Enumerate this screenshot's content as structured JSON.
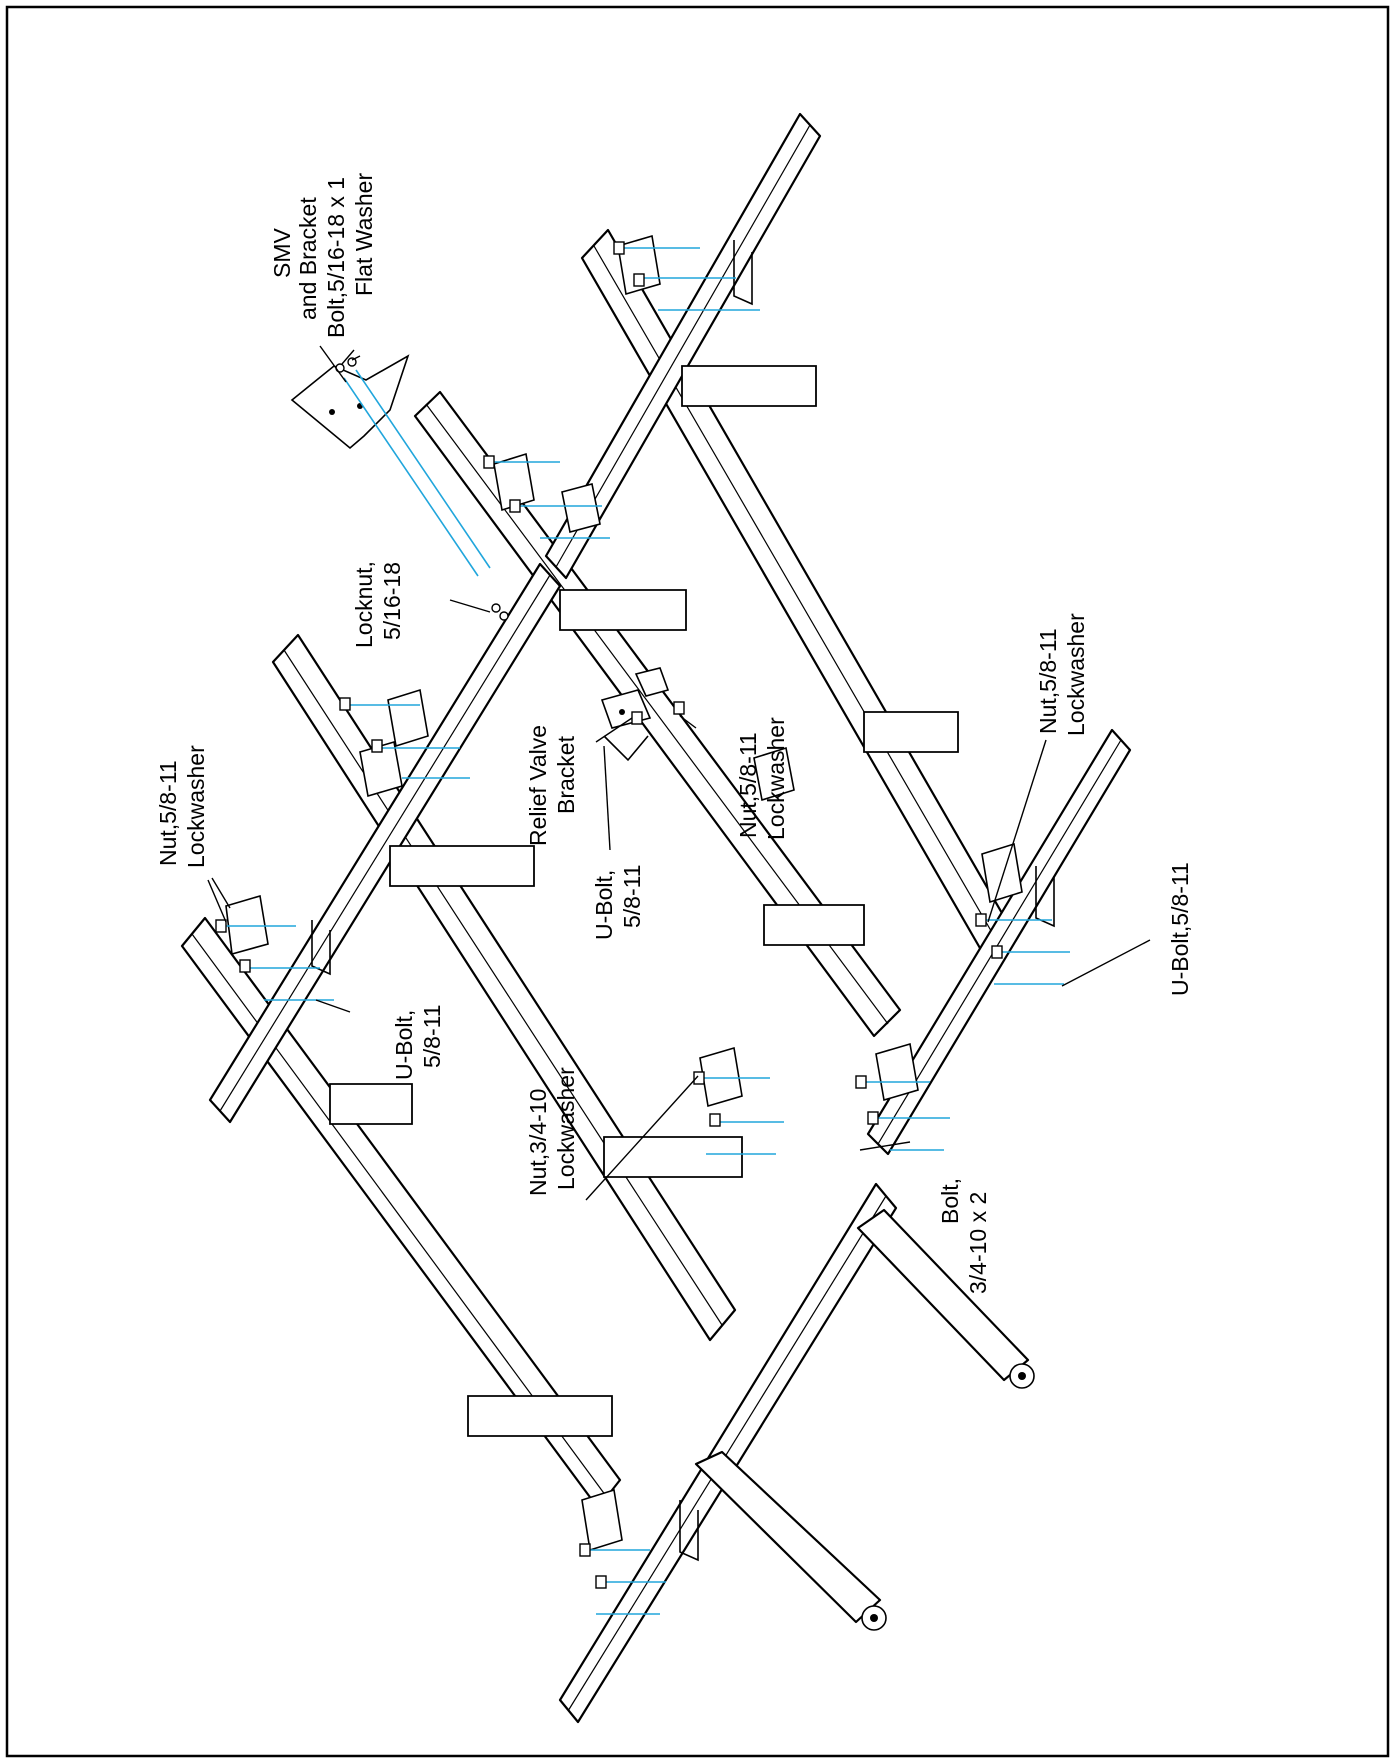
{
  "callouts": {
    "smv": {
      "line1": "SMV",
      "line2": "and Bracket"
    },
    "bolt_516": {
      "line1": "Bolt,5/16-18 x 1",
      "line2": "Flat Washer"
    },
    "locknut": {
      "line1": "Locknut,",
      "line2": "5/16-18"
    },
    "relief_valve": {
      "line1": "Relief Valve",
      "line2": "Bracket"
    },
    "nut_center": {
      "line1": "Nut,5/8-11",
      "line2": "Lockwasher"
    },
    "ubolt_center": {
      "line1": "U-Bolt,",
      "line2": "5/8-11"
    },
    "nut_left": {
      "line1": "Nut,5/8-11",
      "line2": "Lockwasher"
    },
    "ubolt_left": {
      "line1": "U-Bolt,",
      "line2": "5/8-11"
    },
    "nut_right": {
      "line1": "Nut,5/8-11",
      "line2": "Lockwasher"
    },
    "ubolt_right": {
      "line1": "U-Bolt,5/8-11"
    },
    "nut_34": {
      "line1": "Nut,3/4-10",
      "line2": "Lockwasher"
    },
    "bolt_34": {
      "line1": "Bolt,",
      "line2": "3/4-10 x 2"
    }
  },
  "colors": {
    "hardware_line": "#21a6dc",
    "ink": "#000000"
  }
}
